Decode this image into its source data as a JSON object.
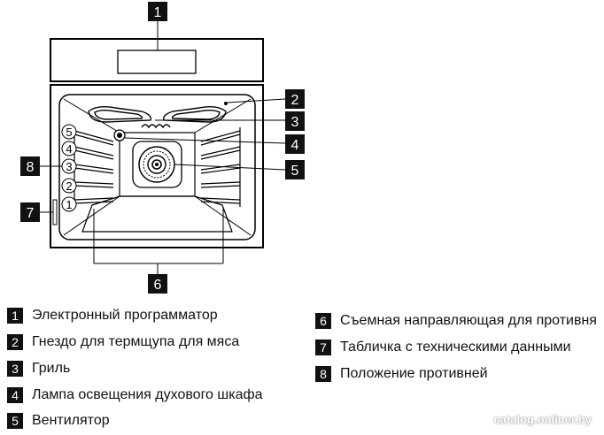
{
  "callouts": [
    "1",
    "2",
    "3",
    "4",
    "5",
    "6",
    "7",
    "8"
  ],
  "shelf_numbers": [
    "5",
    "4",
    "3",
    "2",
    "1"
  ],
  "legend_left": [
    {
      "num": "1",
      "text": "Электронный программатор"
    },
    {
      "num": "2",
      "text": "Гнездо для термщупа для мяса"
    },
    {
      "num": "3",
      "text": "Гриль"
    },
    {
      "num": "4",
      "text": "Лампа освещения духового шкафа"
    },
    {
      "num": "5",
      "text": "Вентилятор"
    }
  ],
  "legend_right": [
    {
      "num": "6",
      "text": "Съемная направляющая для противня"
    },
    {
      "num": "7",
      "text": "Табличка с техническими данными"
    },
    {
      "num": "8",
      "text": "Положение противней"
    }
  ],
  "watermark": "catalog.onliner.by",
  "colors": {
    "badge": "#111111",
    "line": "#000000"
  }
}
